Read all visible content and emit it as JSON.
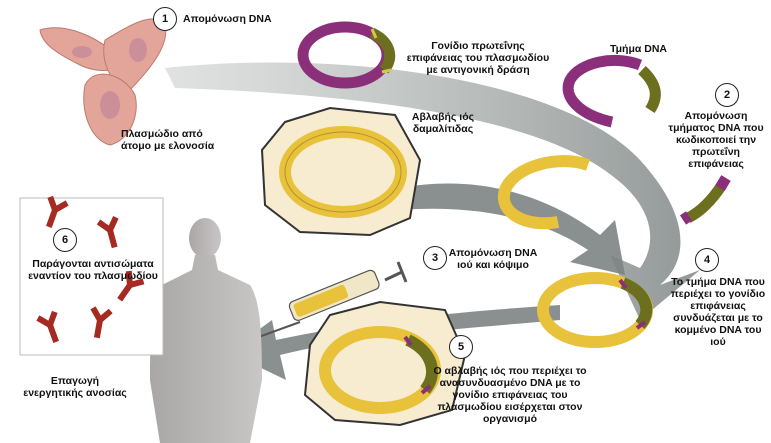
{
  "steps": [
    {
      "number": "1",
      "text": "Απομόνωση DNA"
    },
    {
      "number": "2",
      "text": "Απομόνωση τμήματος DNA που κωδικοποιεί την πρωτεΐνη επιφάνειας"
    },
    {
      "number": "3",
      "text": "Απομόνωση DNA ιού και κόψιμο"
    },
    {
      "number": "4",
      "text": "Το τμήμα DNA που περιέχει το γονίδιο επιφάνειας συνδυάζεται με το κομμένο DNA του ιού"
    },
    {
      "number": "5",
      "text": "Ο αβλαβής ιός που περιέχει το ανασυνδυασμένο DNA με το γονίδιο επιφάνειας του πλασμωδίου εισέρχεται στον οργανισμό"
    },
    {
      "number": "6",
      "text": "Παράγονται αντισώματα εναντίον του πλασμωδίου"
    }
  ],
  "labels": {
    "plasmodium": "Πλασμώδιο από άτομο με ελονοσία",
    "surface_gene": "Γονίδιο πρωτεΐνης επιφάνειας του πλασμωδίου με αντιγονική δράση",
    "dna_segment": "Τμήμα DNA",
    "harmless_virus": "Αβλαβής ιός δαμαλίτιδας",
    "immunity": "Επαγωγή ενεργητικής ανοσίας"
  },
  "colors": {
    "dna_purple": "#8c2f7a",
    "gene_olive": "#6b6f1e",
    "virus_yellow": "#e7c23a",
    "antibody_red": "#a42a22",
    "arrow_gray": "#8f9594",
    "cell_pink": "#e3a59a"
  }
}
